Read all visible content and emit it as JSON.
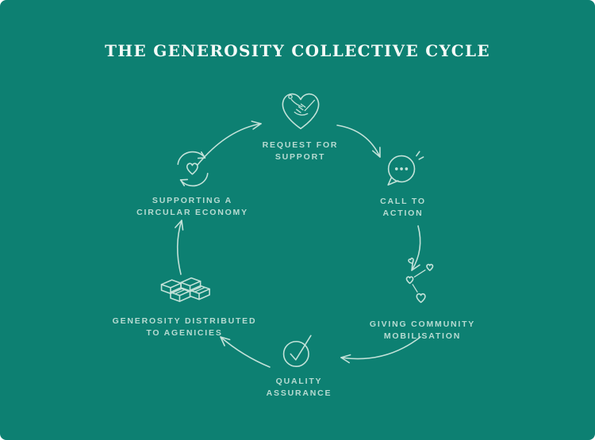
{
  "title": "THE GENEROSITY COLLECTIVE CYCLE",
  "theme": {
    "background_color": "#0d8072",
    "line_color": "#c3e2d9",
    "label_text_color": "#b7dbd2",
    "title_text_color": "#f3faf7"
  },
  "stages": [
    {
      "name": "request-for-support",
      "icon": "handshake-heart",
      "lines": [
        "REQUEST FOR",
        "SUPPORT"
      ]
    },
    {
      "name": "call-to-action",
      "icon": "speech-bubble",
      "lines": [
        "CALL TO",
        "ACTION"
      ]
    },
    {
      "name": "giving-community-mobilisation",
      "icon": "connected-hearts",
      "lines": [
        "GIVING COMMUNITY",
        "MOBILISATION"
      ]
    },
    {
      "name": "quality-assurance",
      "icon": "checkmark-circle",
      "lines": [
        "QUALITY",
        "ASSURANCE"
      ]
    },
    {
      "name": "generosity-distributed-to-agencies",
      "icon": "parcel-boxes",
      "lines": [
        "GENEROSITY DISTRIBUTED",
        "TO AGENICIES"
      ]
    },
    {
      "name": "supporting-a-circular-economy",
      "icon": "circular-arrows-heart",
      "lines": [
        "SUPPORTING A",
        "CIRCULAR ECONOMY"
      ]
    }
  ]
}
